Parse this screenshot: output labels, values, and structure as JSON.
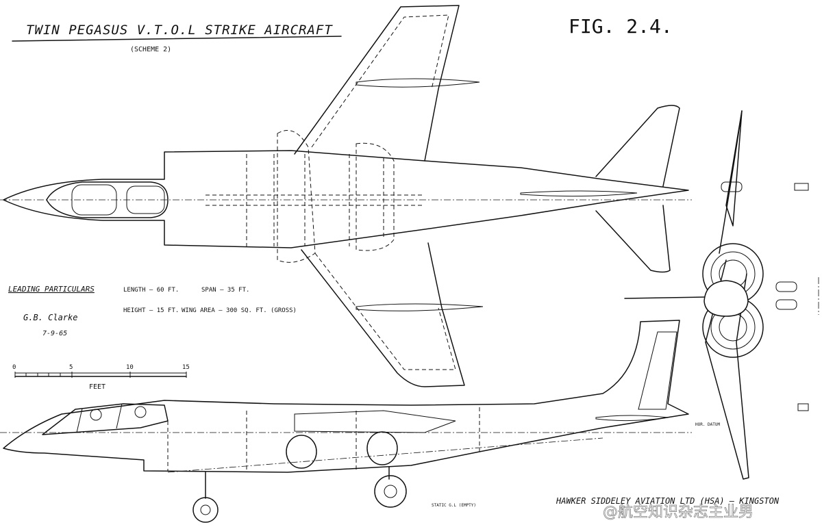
{
  "title": "TWIN PEGASUS V.T.O.L STRIKE AIRCRAFT",
  "subtitle": "(SCHEME 2)",
  "figure_label": "FIG. 2.4.",
  "particulars": {
    "heading": "LEADING PARTICULARS",
    "length": "LENGTH — 60 FT.",
    "span": "SPAN — 35 FT.",
    "height": "HEIGHT — 15 FT.",
    "wing_area": "WING AREA — 300 SQ. FT. (GROSS)"
  },
  "signature": {
    "name": "G.B. Clarke",
    "date": "7-9-65"
  },
  "scale": {
    "ticks": [
      "0",
      "5",
      "10",
      "15"
    ],
    "unit": "FEET"
  },
  "company_credit": "HAWKER SIDDELEY AVIATION LTD (HSA) — KINGSTON",
  "watermark": "@航空知识杂志主业男",
  "small_notes": {
    "static_gl": "STATIC G.L (EMPTY)",
    "hor_datum": "HOR. DATUM"
  }
}
